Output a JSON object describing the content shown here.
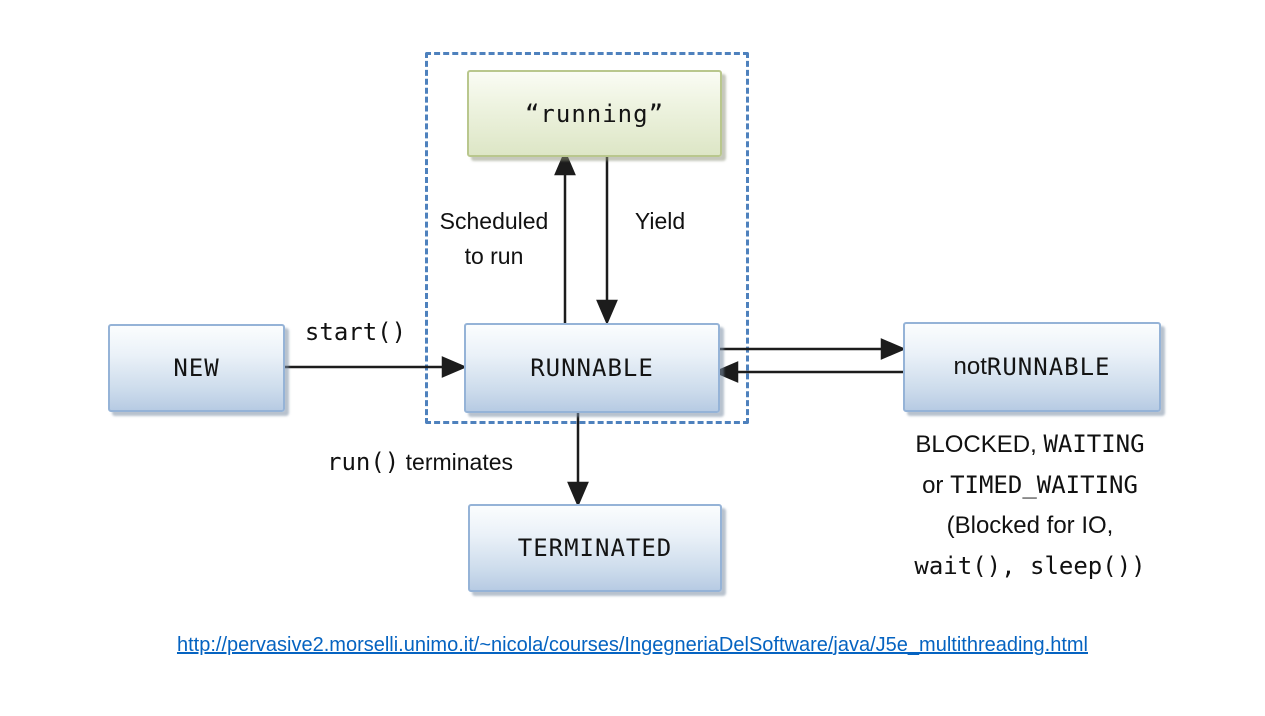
{
  "diagram": {
    "title_semantics": "Java thread lifecycle state diagram",
    "states": {
      "new": "NEW",
      "running": "“running”",
      "runnable": "RUNNABLE",
      "not_runnable_prefix": "not ",
      "not_runnable_code": "RUNNABLE",
      "terminated": "TERMINATED"
    },
    "labels": {
      "start": "start()",
      "scheduled_line1": "Scheduled",
      "scheduled_line2": "to run",
      "yield": "Yield",
      "run_code": "run()",
      "run_plain": " terminates"
    },
    "not_runnable_caption": {
      "line1_plain": "BLOCKED, ",
      "line1_code": "WAITING",
      "line2_plain": "or ",
      "line2_code": "TIMED_WAITING",
      "line3_plain": "(Blocked for IO,",
      "line4_code": "wait(), sleep())"
    },
    "colors": {
      "dashed_region_border": "#4e81bd",
      "blue_box_border": "#95b3d7",
      "blue_box_fill_bottom": "#b7cbe3",
      "green_box_border": "#b9c78d",
      "green_box_fill_bottom": "#dde6c6",
      "arrow": "#1c1c1c",
      "text": "#111111",
      "link": "#0563c1"
    }
  },
  "footer": {
    "link": "http://pervasive2.morselli.unimo.it/~nicola/courses/IngegneriaDelSoftware/java/J5e_multithreading.html"
  }
}
